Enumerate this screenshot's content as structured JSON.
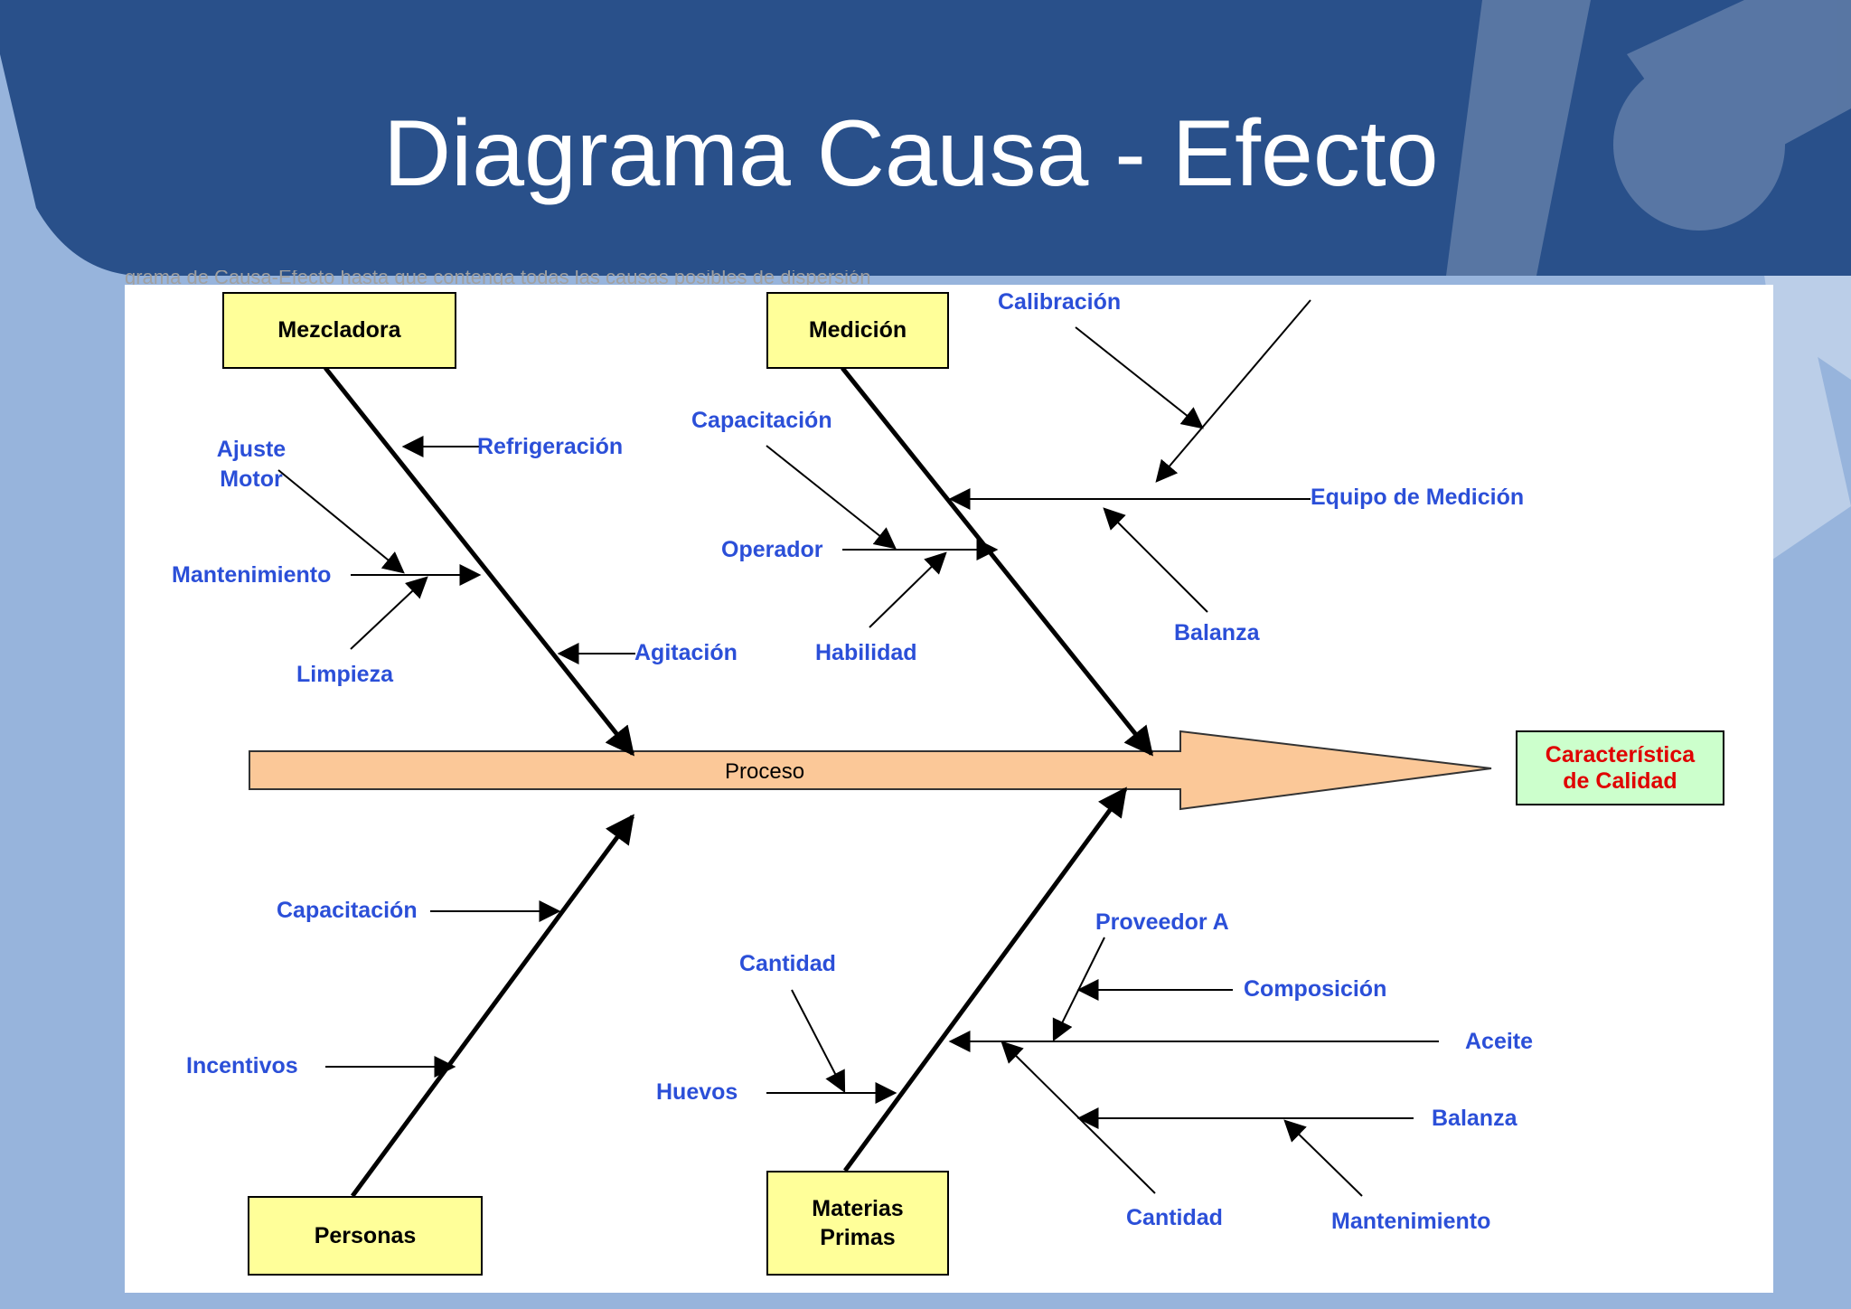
{
  "slide": {
    "title": "Diagrama Causa - Efecto",
    "background_color": "#97b4dc",
    "header_color": "#29508a",
    "stray_text": "grama de Causa-Efecto hasta que contenga todas las causas posibles de dispersión"
  },
  "diagram": {
    "spine_label": "Proceso",
    "spine_color": "#fbc898",
    "effect": {
      "line1": "Característica",
      "line2": "de Calidad"
    },
    "categories": {
      "mezcladora": "Mezcladora",
      "medicion": "Medición",
      "personas": "Personas",
      "materias_line1": "Materias",
      "materias_line2": "Primas"
    },
    "causes": {
      "refrigeracion": "Refrigeración",
      "ajuste_line1": "Ajuste",
      "ajuste_line2": "Motor",
      "mantenimiento_mezcladora": "Mantenimiento",
      "limpieza": "Limpieza",
      "agitacion": "Agitación",
      "capacitacion_medicion": "Capacitación",
      "operador": "Operador",
      "habilidad": "Habilidad",
      "calibracion": "Calibración",
      "equipo_medicion": "Equipo de Medición",
      "balanza_medicion": "Balanza",
      "capacitacion_personas": "Capacitación",
      "incentivos": "Incentivos",
      "cantidad_huevos": "Cantidad",
      "huevos": "Huevos",
      "proveedor_a": "Proveedor A",
      "composicion": "Composición",
      "aceite": "Aceite",
      "balanza_materias": "Balanza",
      "cantidad_aceite": "Cantidad",
      "mantenimiento_materias": "Mantenimiento"
    },
    "label_color": "#2b4fd8",
    "category_box_color": "#ffff99",
    "effect_box_color": "#ccffcc"
  }
}
